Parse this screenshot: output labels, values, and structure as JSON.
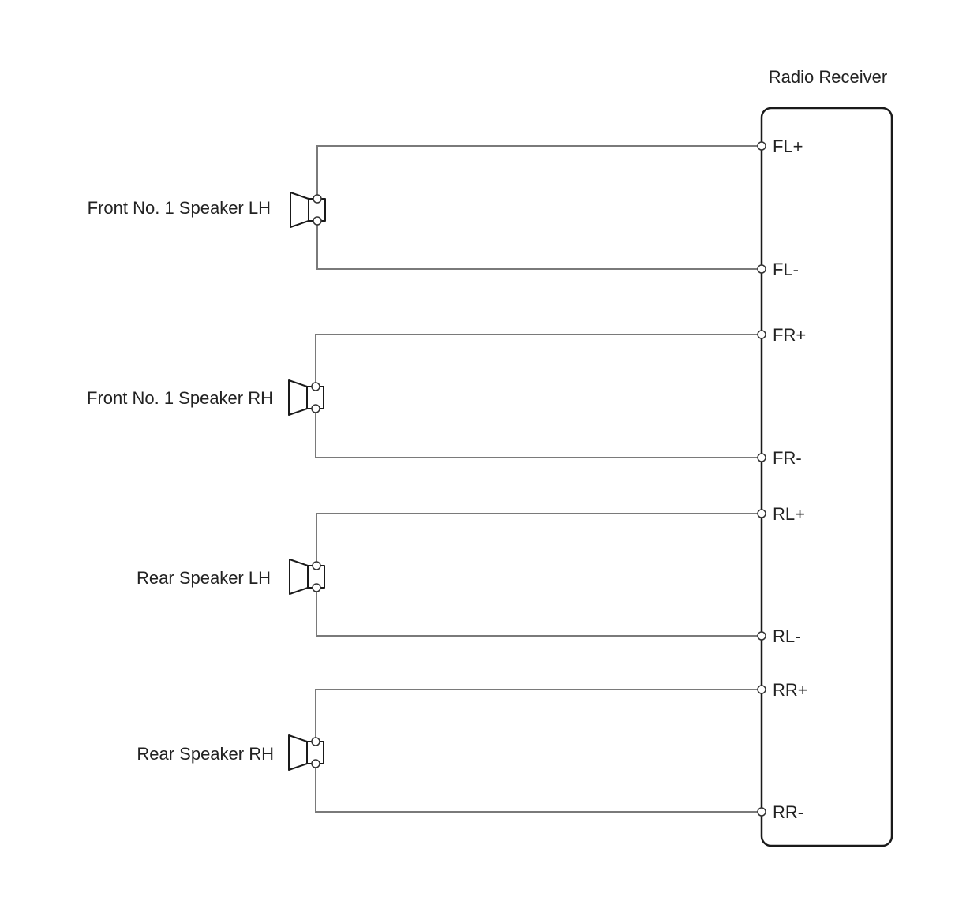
{
  "receiver": {
    "title": "Radio Receiver"
  },
  "speakers": [
    {
      "name": "Front No. 1 Speaker LH",
      "plus_pin": "FL+",
      "minus_pin": "FL-"
    },
    {
      "name": "Front No. 1 Speaker RH",
      "plus_pin": "FR+",
      "minus_pin": "FR-"
    },
    {
      "name": "Rear Speaker LH",
      "plus_pin": "RL+",
      "minus_pin": "RL-"
    },
    {
      "name": "Rear Speaker RH",
      "plus_pin": "RR+",
      "minus_pin": "RR-"
    }
  ],
  "colors": {
    "wire": "#7a7a7a",
    "outline": "#1a1a1a",
    "text": "#222222"
  }
}
